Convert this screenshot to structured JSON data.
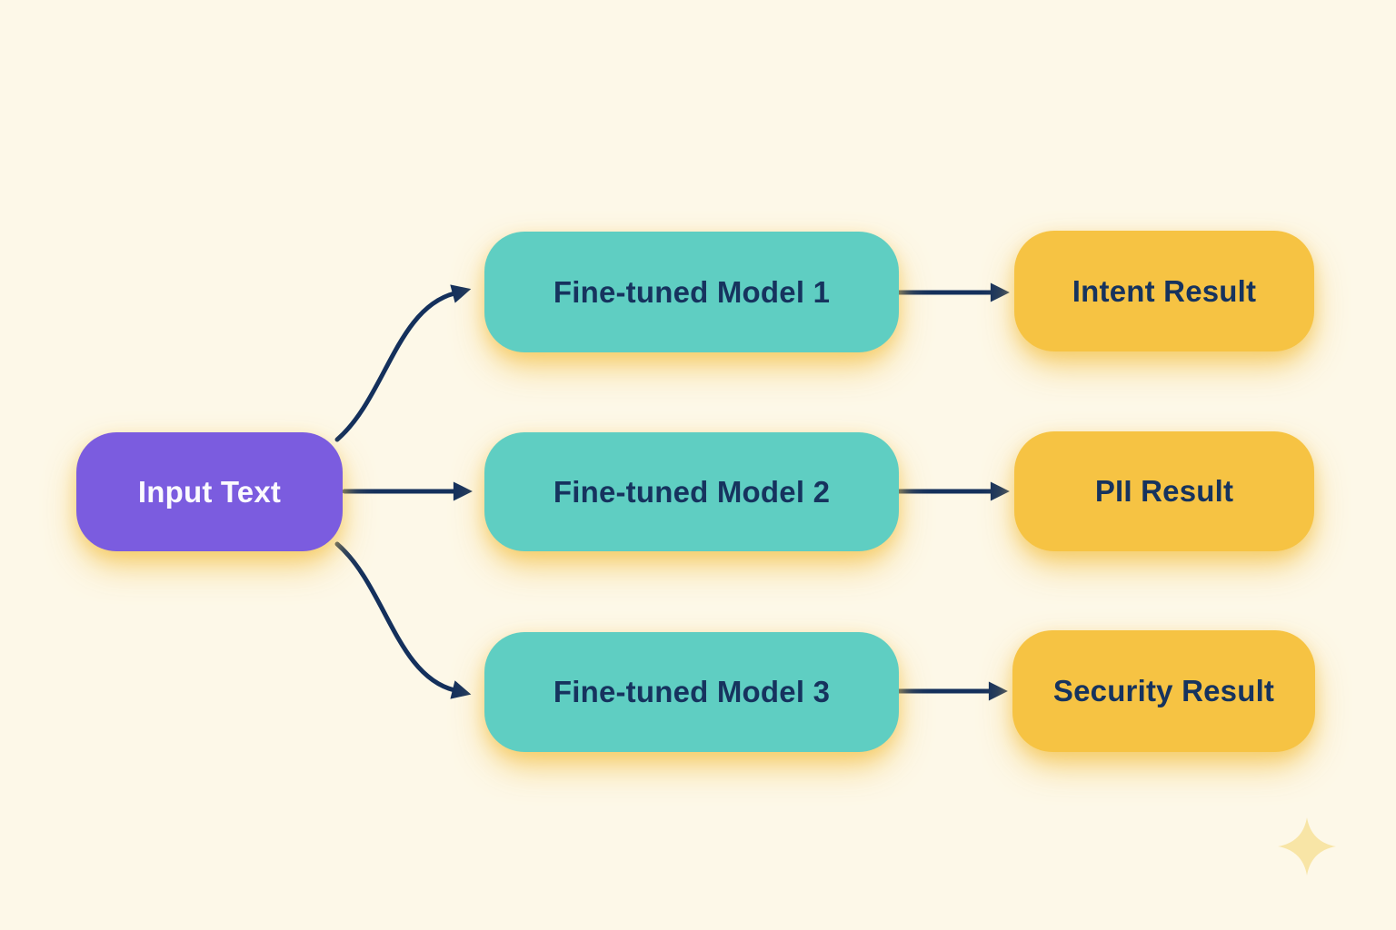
{
  "diagram": {
    "title": "Fine-tuned model routing diagram",
    "background_color": "#FDF8E8",
    "arrow_color": "#14305C",
    "sparkle_color": "#F8E5A6",
    "sparkle_icon": "four-point-sparkle",
    "input_node": {
      "id": "input-text",
      "label": "Input Text",
      "color": "#7B5CDF",
      "text_color": "#FBFAFE"
    },
    "model_nodes": [
      {
        "id": "model-1",
        "label": "Fine-tuned Model 1",
        "color": "#5FCEC2",
        "text_color": "#16335E"
      },
      {
        "id": "model-2",
        "label": "Fine-tuned Model 2",
        "color": "#5FCEC2",
        "text_color": "#16335E"
      },
      {
        "id": "model-3",
        "label": "Fine-tuned Model 3",
        "color": "#5FCEC2",
        "text_color": "#16335E"
      }
    ],
    "result_nodes": [
      {
        "id": "intent-result",
        "label": "Intent Result",
        "color": "#F6C343",
        "text_color": "#16335E"
      },
      {
        "id": "pii-result",
        "label": "PII Result",
        "color": "#F6C343",
        "text_color": "#16335E"
      },
      {
        "id": "security-result",
        "label": "Security Result",
        "color": "#F6C343",
        "text_color": "#16335E"
      }
    ],
    "edges": [
      {
        "from": "input-text",
        "to": "model-1"
      },
      {
        "from": "input-text",
        "to": "model-2"
      },
      {
        "from": "input-text",
        "to": "model-3"
      },
      {
        "from": "model-1",
        "to": "intent-result"
      },
      {
        "from": "model-2",
        "to": "pii-result"
      },
      {
        "from": "model-3",
        "to": "security-result"
      }
    ]
  }
}
